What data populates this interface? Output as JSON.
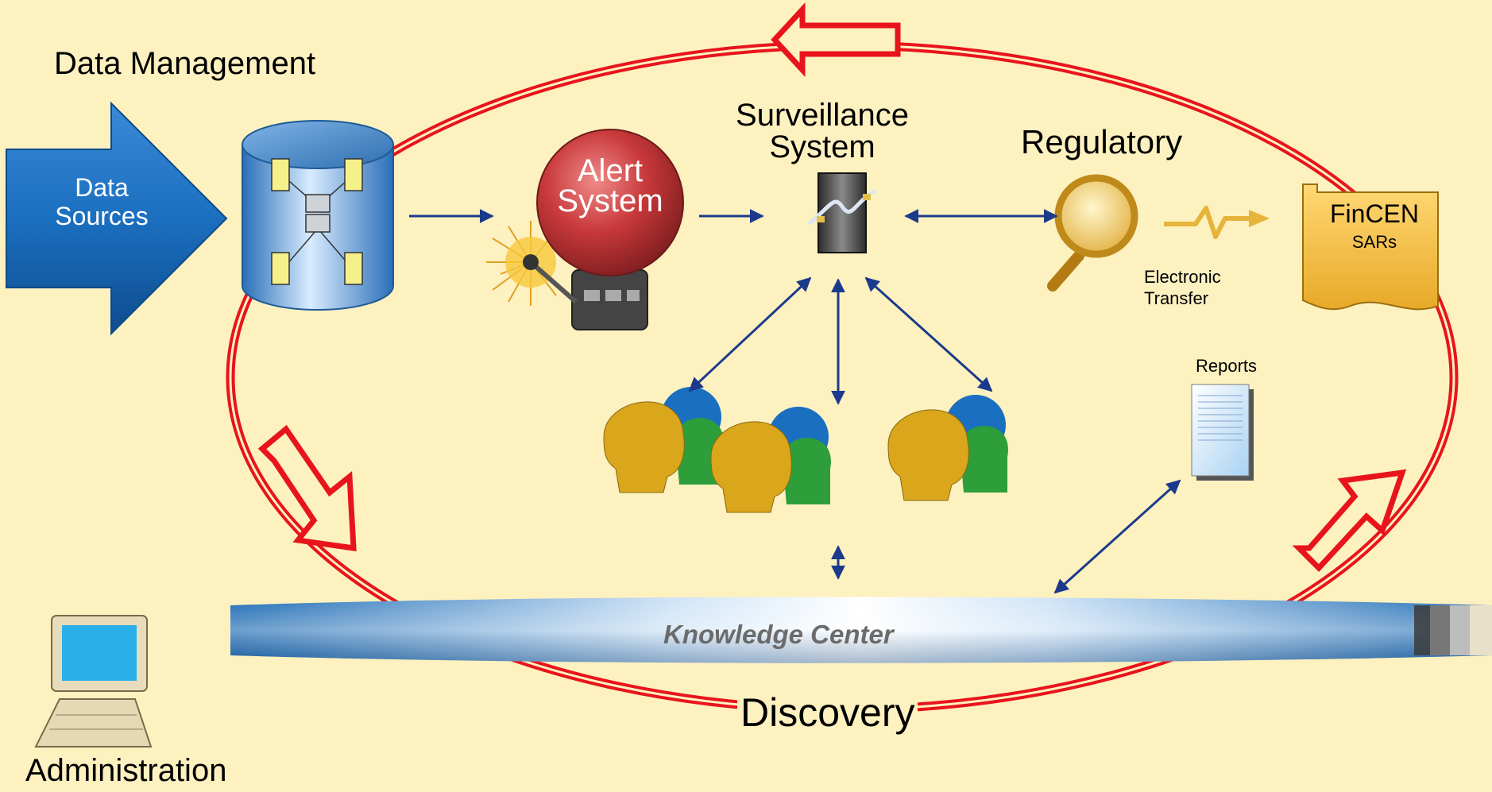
{
  "labels": {
    "data_management": "Data Management",
    "data_sources_line1": "Data",
    "data_sources_line2": "Sources",
    "alert_line1": "Alert",
    "alert_line2": "System",
    "surveillance_line1": "Surveillance",
    "surveillance_line2": "System",
    "regulatory": "Regulatory",
    "electronic_line1": "Electronic",
    "electronic_line2": "Transfer",
    "fincen_line1": "FinCEN",
    "fincen_line2": "SARs",
    "reports": "Reports",
    "knowledge_center": "Knowledge Center",
    "discovery": "Discovery",
    "administration": "Administration"
  },
  "colors": {
    "background": "#fdf1c0",
    "cycle_red": "#e8141c",
    "connector_blue": "#1b3a8c",
    "data_arrow_blue": "#1a6fb5",
    "alert_red": "#c83a3a",
    "fincen_gold": "#f2c24a",
    "head_gold": "#d9a61c",
    "head_blue": "#1a6fc0",
    "head_green": "#2e9e3a"
  },
  "icons": {
    "database": "database-icon",
    "alert": "alarm-icon",
    "surveillance": "switch-icon",
    "regulatory": "magnifier-icon",
    "transfer": "lightning-arrow-icon",
    "fincen": "document-icon",
    "reports": "report-icon",
    "users": "people-icon",
    "admin": "computer-icon"
  }
}
